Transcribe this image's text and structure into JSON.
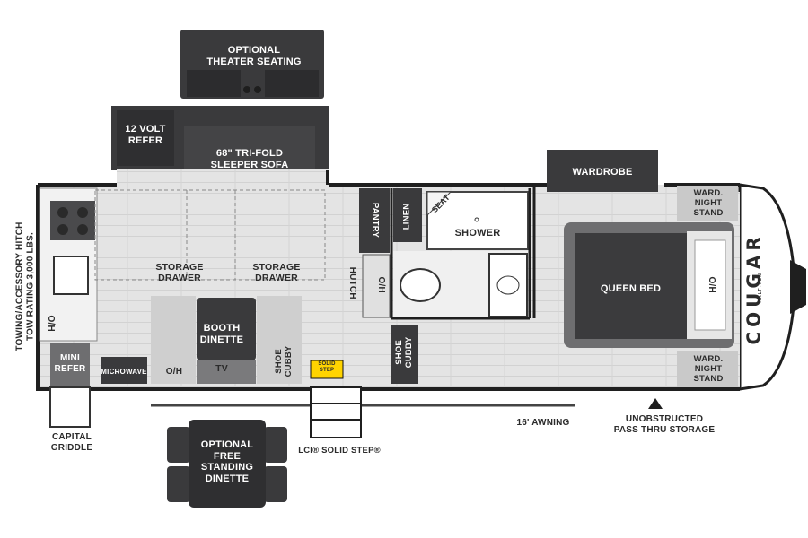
{
  "brand": {
    "name": "COUGAR",
    "sub": "HALF-TON"
  },
  "colors": {
    "dark": "#3a3a3c",
    "darker": "#2b2b2d",
    "mid": "#7a7a7c",
    "light": "#d6d6d6",
    "floor": "#e8e8e8",
    "wall": "#1f1f1f"
  },
  "labels": {
    "theater_seating": "OPTIONAL\nTHEATER SEATING",
    "twelve_volt_refer": "12 VOLT\nREFER",
    "sleeper_sofa": "68\" TRI-FOLD\nSLEEPER SOFA",
    "wardrobe": "WARDROBE",
    "ward_night_stand_top": "WARD.\nNIGHT\nSTAND",
    "ward_night_stand_bottom": "WARD.\nNIGHT\nSTAND",
    "pantry": "PANTRY",
    "linen": "LINEN",
    "seat": "SEAT",
    "shower": "SHOWER",
    "queen_bed": "QUEEN BED",
    "oh_bed": "O/H",
    "storage_drawer_left": "STORAGE\nDRAWER",
    "storage_drawer_right": "STORAGE\nDRAWER",
    "hutch": "HUTCH",
    "oh_hutch": "O/H",
    "booth_dinette": "BOOTH\nDINETTE",
    "tv": "TV",
    "oh_dinette": "O/H",
    "shoe_cubby_left": "SHOE\nCUBBY",
    "shoe_cubby_right": "SHOE\nCUBBY",
    "oh_kitchen": "O/H",
    "mini_refer": "MINI\nREFER",
    "microwave": "MICROWAVE",
    "capital_griddle": "CAPITAL\nGRIDDLE",
    "towing_hitch": "TOWING/ACCESSORY HITCH\nTOW RATING 3,000 LBS.",
    "awning": "16' AWNING",
    "pass_thru": "UNOBSTRUCTED\nPASS THRU STORAGE",
    "solid_step": "LCI® SOLID STEP®",
    "solid_step_logo": "Solid\nStep",
    "free_dinette": "OPTIONAL\nFREE\nSTANDING\nDINETTE"
  }
}
